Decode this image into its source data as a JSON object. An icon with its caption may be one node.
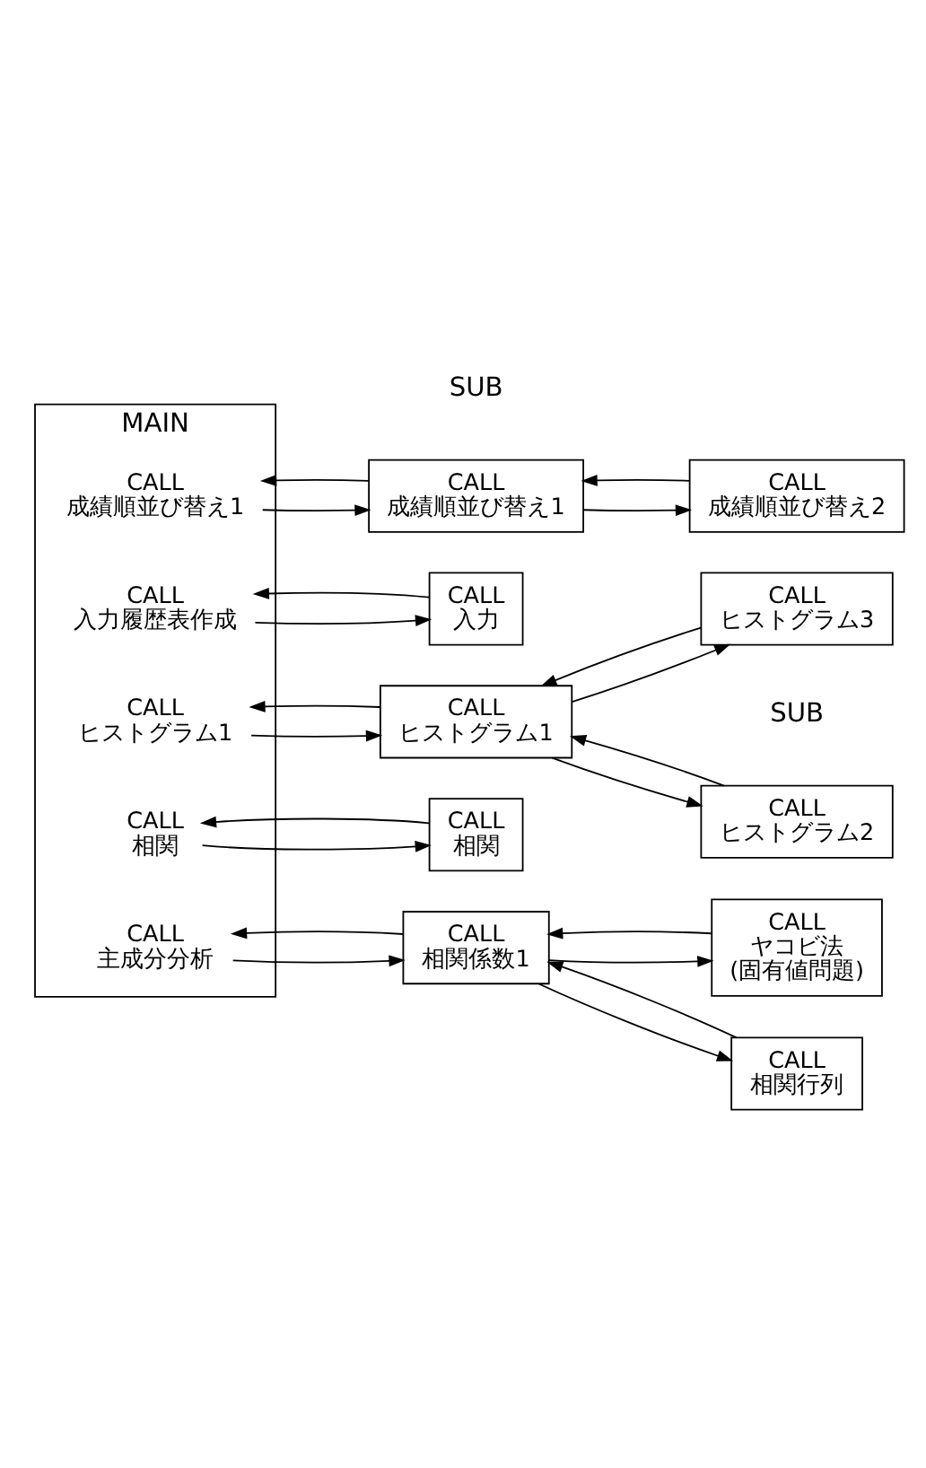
{
  "diagram": {
    "nodes": [
      {
        "text": [
          "MAIN"
        ]
      },
      {
        "text": [
          "CALL",
          "入力履歴表作成"
        ],
        "in": 0
      },
      {
        "text": [
          "CALL",
          "入力"
        ]
      },
      {
        "text": [
          "CALL",
          "ヒストグラム1"
        ],
        "in": 0
      },
      {
        "text": [
          "CALL",
          "ヒストグラム1"
        ]
      },
      {
        "text": [
          "CALL",
          "ヒストグラム2"
        ]
      },
      {
        "text": [
          "CALL",
          "ヒストグラム3"
        ]
      },
      {
        "text": [
          "CALL",
          "相関"
        ],
        "in": 0
      },
      {
        "text": [
          "CALL",
          "相関"
        ]
      },
      {
        "text": [
          "CALL",
          "主成分分析"
        ],
        "in": 0
      },
      {
        "text": [
          "CALL",
          "相関係数1"
        ]
      },
      {
        "text": [
          "CALL",
          "相関行列"
        ]
      },
      {
        "text": [
          "CALL",
          "ヤコビ法",
          "(固有値問題)"
        ]
      },
      {
        "text": [
          "CALL",
          "成績順並び替え1"
        ],
        "in": 0
      },
      {
        "text": [
          "CALL",
          "成績順並び替え1"
        ]
      },
      {
        "text": [
          "CALL",
          "成績順並び替え2"
        ]
      }
    ],
    "edges": [
      {
        "from": 1,
        "to": 2,
        "arrow": "to"
      },
      {
        "from": 2,
        "to": 1,
        "arrow": "to"
      },
      {
        "from": 3,
        "to": 4,
        "arrow": "to"
      },
      {
        "from": 4,
        "to": 3,
        "arrow": "to"
      },
      {
        "from": 4,
        "to": 5,
        "arrow": "to"
      },
      {
        "from": 5,
        "to": 4,
        "arrow": "to"
      },
      {
        "from": 4,
        "to": 6,
        "arrow": "to"
      },
      {
        "from": 6,
        "to": 4,
        "arrow": "to"
      },
      {
        "from": 7,
        "to": 8,
        "arrow": "to"
      },
      {
        "from": 8,
        "to": 7,
        "arrow": "to"
      },
      {
        "from": 9,
        "to": 10,
        "arrow": "to"
      },
      {
        "from": 10,
        "to": 9,
        "arrow": "to"
      },
      {
        "from": 10,
        "to": 11,
        "arrow": "to"
      },
      {
        "from": 11,
        "to": 10,
        "arrow": "to"
      },
      {
        "from": 10,
        "to": 12,
        "arrow": "to"
      },
      {
        "from": 12,
        "to": 10,
        "arrow": "to"
      },
      {
        "from": 13,
        "to": 14,
        "arrow": "to"
      },
      {
        "from": 14,
        "to": 13,
        "arrow": "to"
      },
      {
        "from": 14,
        "to": 15,
        "arrow": "to"
      },
      {
        "from": 15,
        "to": 14,
        "arrow": "to"
      }
    ],
    "labels": [
      "SUB",
      "SUB"
    ]
  }
}
